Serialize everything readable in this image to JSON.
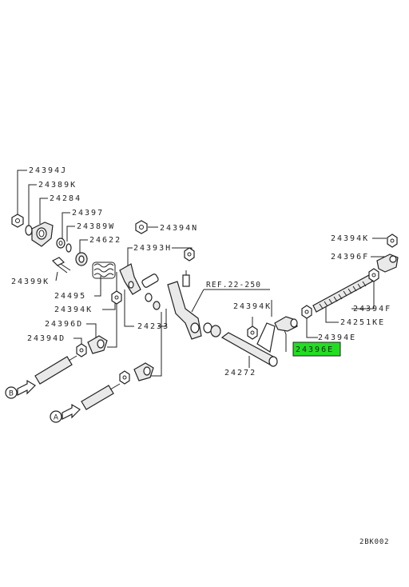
{
  "labels": {
    "p_24394J": "24394J",
    "p_24389K": "24389K",
    "p_24284": "24284",
    "p_24397": "24397",
    "p_24389W": "24389W",
    "p_24622": "24622",
    "p_24394N": "24394N",
    "p_24393H": "24393H",
    "p_24399K": "24399K",
    "p_24495": "24495",
    "p_24394K_left": "24394K",
    "p_24233": "24233",
    "p_24396D": "24396D",
    "p_24394D": "24394D",
    "p_24394K_right": "24394K",
    "p_24272": "24272",
    "p_24396E": "24396E",
    "p_24394E": "24394E",
    "p_24251KE": "24251KE",
    "p_24394F": "24394F",
    "p_24396F": "24396F",
    "p_24394K_top": "24394K",
    "ref": "REF.22-250",
    "marker_a": "A",
    "marker_b": "B",
    "code": "2BK002"
  },
  "highlight": {
    "part": "24396E",
    "color": "#22dd22"
  }
}
